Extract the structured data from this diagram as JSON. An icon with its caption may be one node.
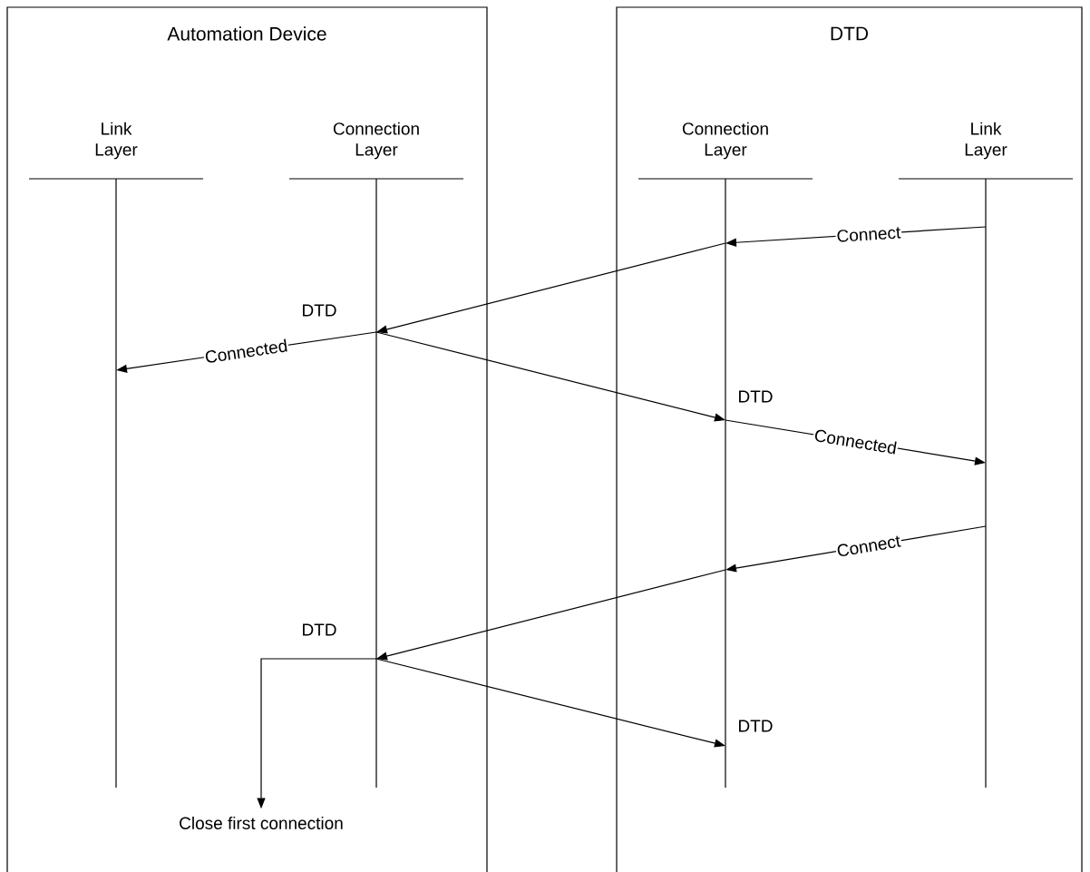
{
  "diagram": {
    "nodes": [
      {
        "text": [
          "Automation Device"
        ]
      },
      {
        "text": [
          "DTD"
        ]
      },
      {
        "text": [
          "Link Layer"
        ],
        "in": 0
      },
      {
        "text": [
          "Connection Layer"
        ],
        "in": 0
      },
      {
        "text": [
          "Connection Layer"
        ],
        "in": 1
      },
      {
        "text": [
          "Link Layer"
        ],
        "in": 1
      },
      {
        "text": [
          "Close first connection"
        ],
        "in": 0
      }
    ],
    "edges": [
      {
        "from": 5,
        "to": 4,
        "arrow": "to",
        "label": "Connect"
      },
      {
        "from": 4,
        "to": 3,
        "arrow": "to"
      },
      {
        "from": 3,
        "to": 2,
        "arrow": "to",
        "label": "Connected"
      },
      {
        "from": 3,
        "to": 4,
        "arrow": "to"
      },
      {
        "from": 4,
        "to": 5,
        "arrow": "to",
        "label": "Connected"
      },
      {
        "from": 5,
        "to": 4,
        "arrow": "to",
        "label": "Connect"
      },
      {
        "from": 4,
        "to": 3,
        "arrow": "to"
      },
      {
        "from": 3,
        "to": 6,
        "arrow": "to"
      },
      {
        "from": 3,
        "to": 4,
        "arrow": "to"
      }
    ],
    "labels": [
      "DTD",
      "DTD",
      "DTD",
      "DTD"
    ]
  }
}
